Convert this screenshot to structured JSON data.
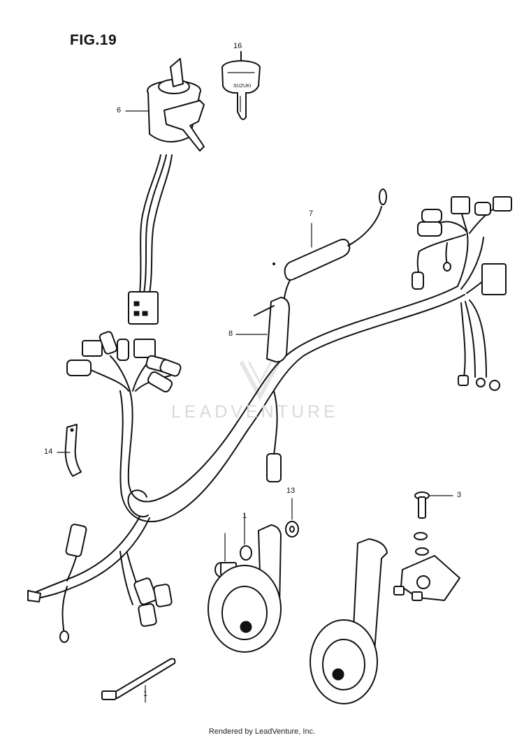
{
  "figure": {
    "title": "FIG.19"
  },
  "callouts": {
    "c16": "16",
    "c6": "6",
    "c7": "7",
    "c8": "8",
    "c14": "14",
    "c13": "13",
    "c3": "3",
    "c1a": "1",
    "c1b": "1"
  },
  "key_label": "SUZUKI",
  "watermark": {
    "text": "LEADVENTURE"
  },
  "footer": {
    "text": "Rendered by LeadVenture, Inc."
  }
}
